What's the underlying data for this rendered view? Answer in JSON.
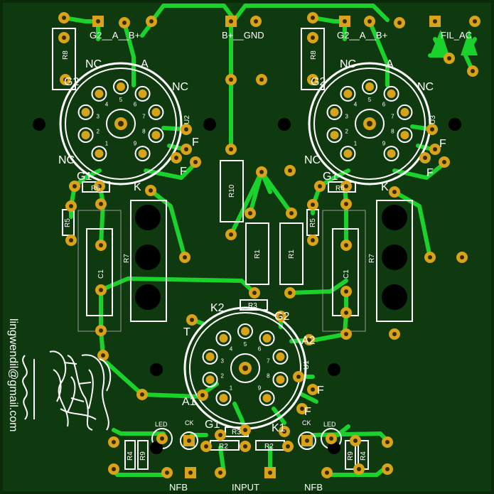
{
  "board": {
    "author": "lingwendil@gmail.com",
    "signature": "lingwendil"
  },
  "top": {
    "left_conn": "G2__A__B+",
    "mid_conn": "B+__GND",
    "right_conn": "G2__A__B+",
    "fil_ac": "FIL_AC"
  },
  "left_tube": {
    "r8": "R8",
    "g2_label": "G2",
    "nc1": "NC",
    "a_label": "A",
    "nc2": "NC",
    "u_label": "U2",
    "f1": "F",
    "f2": "F",
    "nc3": "NC",
    "g1_label": "G1",
    "k_label": "K",
    "r6": "R6",
    "r5": "R5",
    "c1": "C1",
    "r7": "R7",
    "pins": [
      "1",
      "2",
      "3",
      "4",
      "5",
      "6",
      "7",
      "8",
      "9"
    ]
  },
  "right_tube": {
    "r8": "R8",
    "g2_label": "G2",
    "nc1": "NC",
    "a_label": "A",
    "nc2": "NC",
    "u_label": "U3",
    "f1": "F",
    "f2": "F",
    "nc3": "NC",
    "g1_label": "G1",
    "k_label": "K",
    "r6": "R6",
    "r5": "R5",
    "c1": "C1",
    "r7": "R7",
    "pins": [
      "1",
      "2",
      "3",
      "4",
      "5",
      "6",
      "7",
      "8",
      "9"
    ]
  },
  "center": {
    "r10": "R10",
    "r1a": "R1",
    "r1b": "R1",
    "r3": "R3"
  },
  "bottom_tube": {
    "k2": "K2",
    "g2": "G2",
    "t": "T",
    "a2": "A2",
    "u1": "U1",
    "a1": "A1",
    "f1": "F",
    "f2": "F",
    "g1": "G1",
    "k1": "K1",
    "pins": [
      "1",
      "2",
      "3",
      "4",
      "5",
      "6",
      "7",
      "8",
      "9"
    ]
  },
  "bottom": {
    "led_left": "LED",
    "ck_left": "CK",
    "led_right": "LED",
    "ck_right": "CK",
    "r3": "R3",
    "r2a": "R2",
    "r2b": "R2",
    "r4a": "R4",
    "r9a": "R9",
    "r9b": "R9",
    "r4b": "R4",
    "nfb_left": "NFB",
    "input": "INPUT",
    "nfb_right": "NFB"
  },
  "colors": {
    "board": "#0f3a0f",
    "trace": "#1bd12b",
    "pad": "#d9a21b",
    "silk": "#ffffff"
  }
}
